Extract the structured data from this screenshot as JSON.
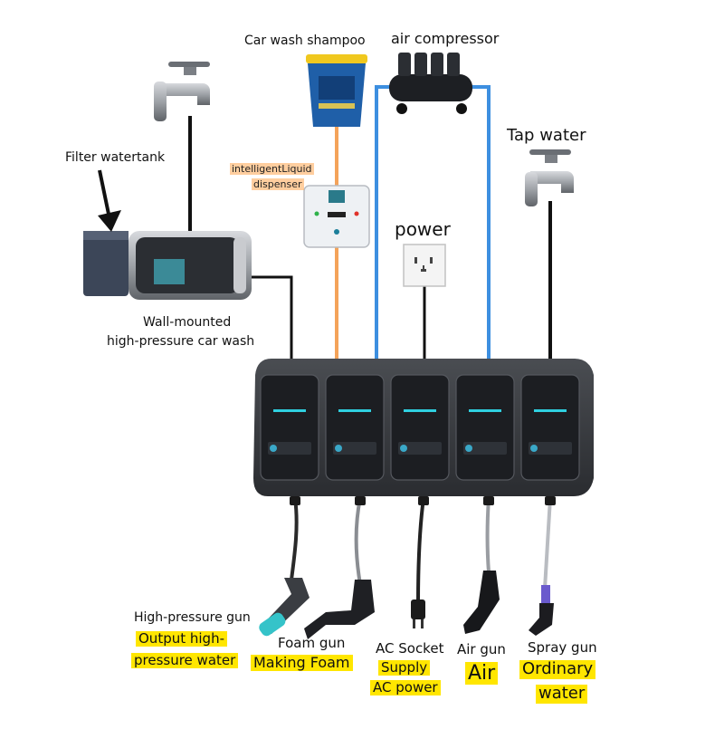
{
  "labels": {
    "shampoo": "Car wash shampoo",
    "compressor": "air compressor",
    "tap_water": "Tap water",
    "filter_tank": "Filter watertank",
    "dispenser_line1": "intelligentLiquid",
    "dispenser_line2": "dispenser",
    "power": "power",
    "washer_line1": "Wall-mounted",
    "washer_line2": "high-pressure car wash",
    "guns": [
      {
        "name": "High-pressure gun",
        "function_lines": [
          "Output high-",
          "pressure water"
        ]
      },
      {
        "name": "Foam gun",
        "function_lines": [
          "Making Foam"
        ]
      },
      {
        "name": "AC Socket",
        "function_lines": [
          "Supply",
          "AC power"
        ]
      },
      {
        "name": "Air gun",
        "function_lines": [
          "Air"
        ]
      },
      {
        "name": "Spray gun",
        "function_lines": [
          "Ordinary",
          "water"
        ]
      }
    ]
  },
  "colors": {
    "highlight": "#ffe600",
    "shampoo_line": "#f4a35a",
    "air_line": "#3d8fe0",
    "cable": "#111111",
    "cabinet": "#3a3d42",
    "screen_accent": "#2fd0e0"
  }
}
